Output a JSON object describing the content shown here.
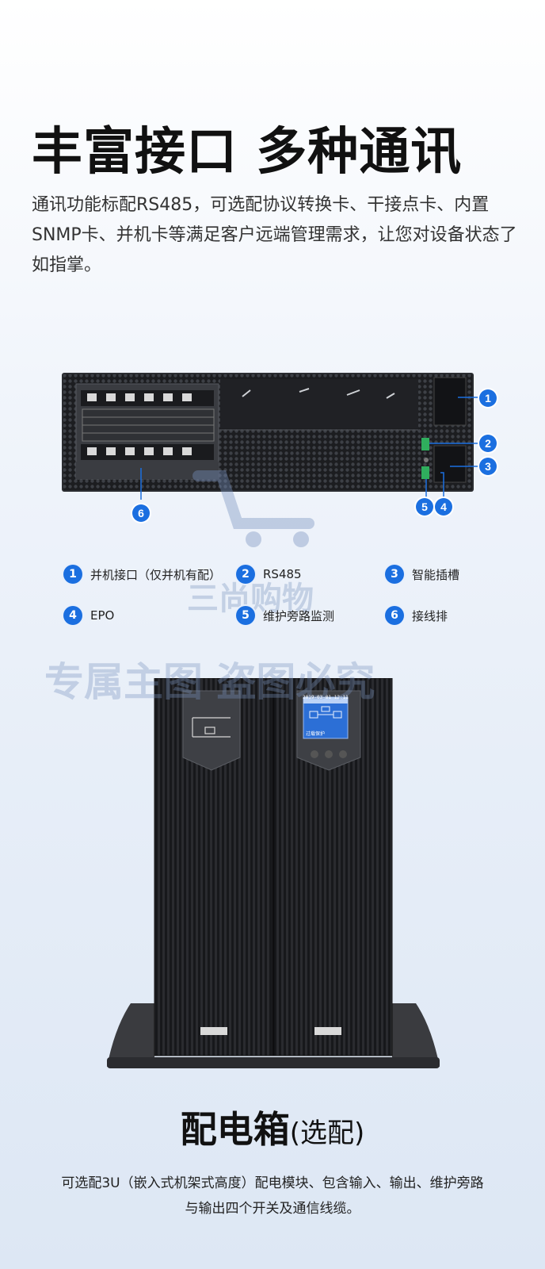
{
  "headline": "丰富接口  多种通讯",
  "intro": "通讯功能标配RS485，可选配协议转换卡、干接点卡、内置SNMP卡、并机卡等满足客户远端管理需求，让您对设备状态了如指掌。",
  "callouts": [
    "1",
    "2",
    "3",
    "4",
    "5",
    "6"
  ],
  "legend": [
    {
      "num": "1",
      "label": "并机接口（仅并机有配）"
    },
    {
      "num": "2",
      "label": "RS485"
    },
    {
      "num": "3",
      "label": "智能插槽"
    },
    {
      "num": "4",
      "label": "EPO"
    },
    {
      "num": "5",
      "label": "维护旁路监测"
    },
    {
      "num": "6",
      "label": "接线排"
    }
  ],
  "watermarks": {
    "shop": "三尚购物",
    "notice": "专属主图  盗图必究"
  },
  "lcd": {
    "date": "2019-03-01  12:11",
    "status": "过载保护"
  },
  "section_title": {
    "main": "配电箱",
    "paren": "(选配)"
  },
  "note_line1": "可选配3U（嵌入式机架式高度）配电模块、包含输入、输出、维护旁路",
  "note_line2": "与输出四个开关及通信线缆。",
  "colors": {
    "accent": "#1b6fe0",
    "panel": "#2b2d31"
  }
}
